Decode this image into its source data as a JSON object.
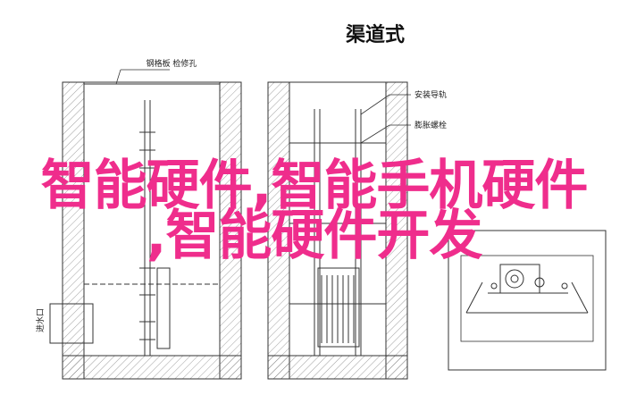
{
  "diagram": {
    "title": "渠道式",
    "labels": {
      "steel_plate": "钢格板 检修孔",
      "guide_rail": "安装导轨",
      "expansion_bolt": "膨胀螺栓",
      "water_inlet": "进水口"
    }
  },
  "overlay": {
    "line1": "智能硬件,智能手机硬件",
    "line2": ",智能硬件开发"
  },
  "colors": {
    "overlay_text": "#ef2d8c",
    "drawing_line": "#333333",
    "hatch": "#777777"
  }
}
